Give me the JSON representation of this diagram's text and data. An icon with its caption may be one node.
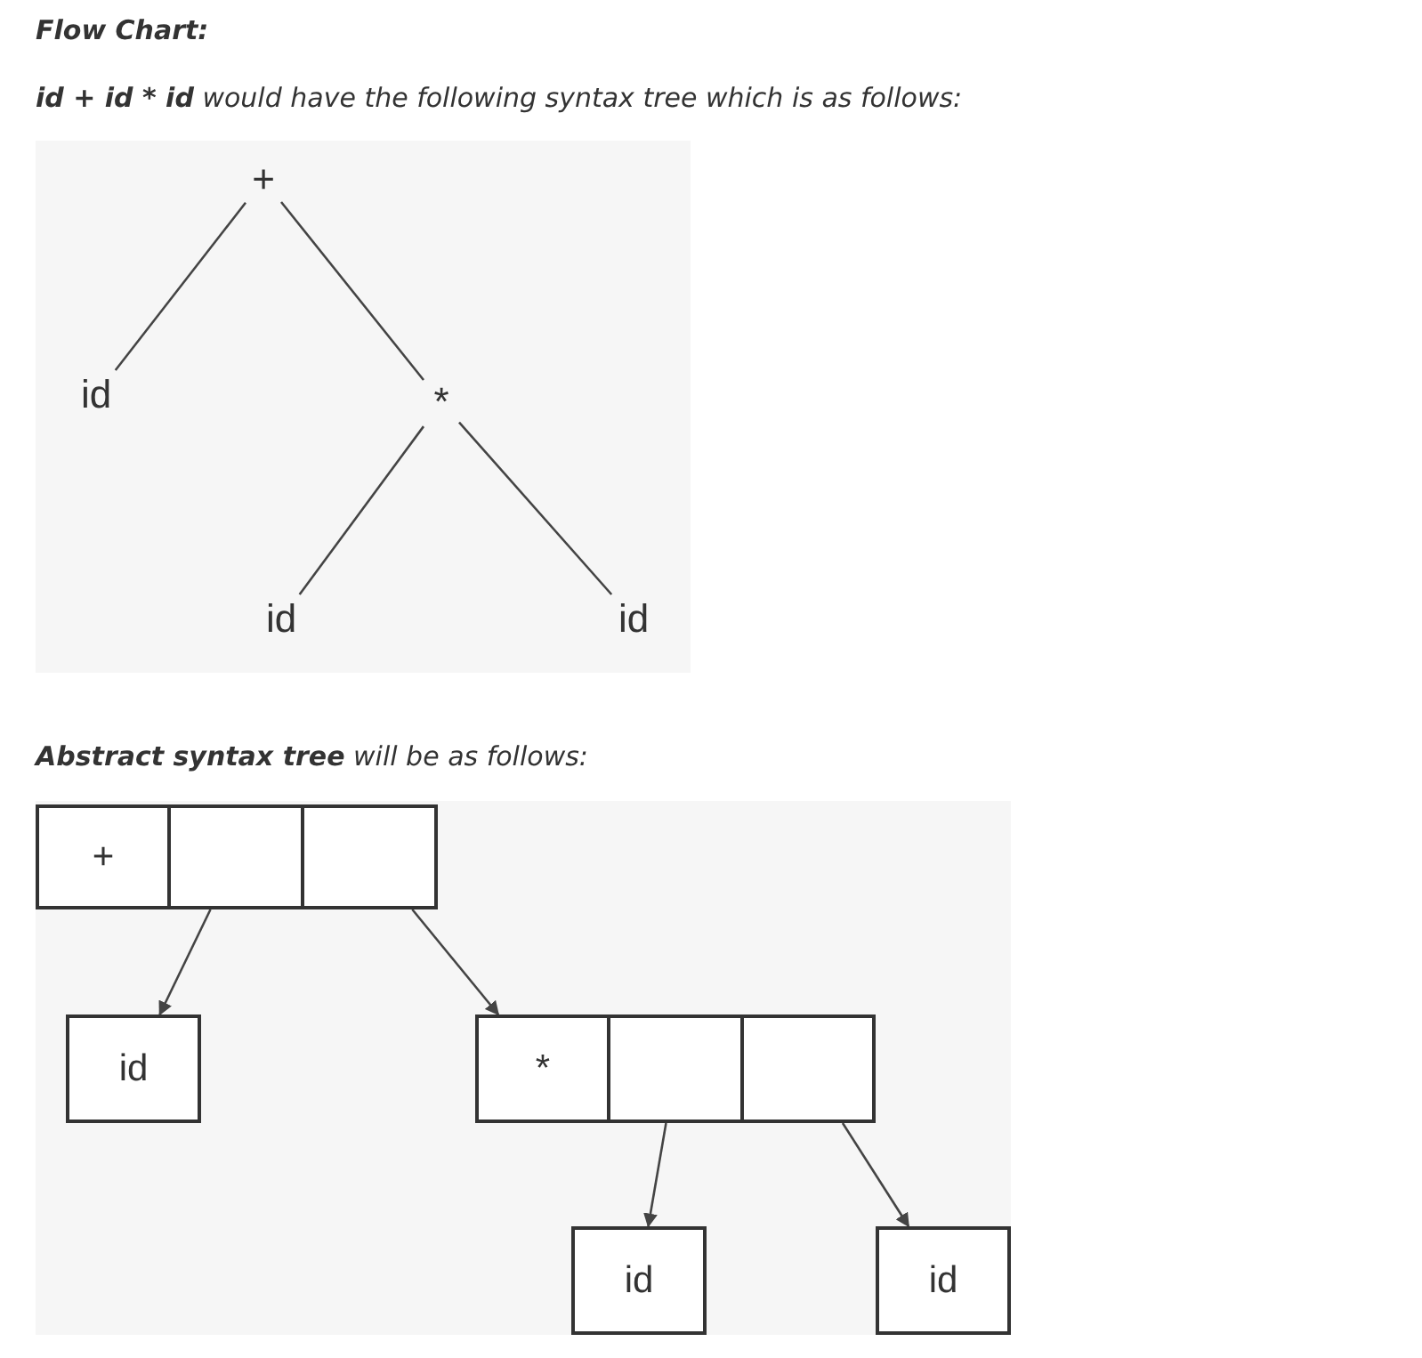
{
  "diagram": {
    "nodes": [
      {
        "text": [
          "+"
        ]
      },
      {
        "text": [
          "id"
        ]
      },
      {
        "text": [
          "*"
        ]
      },
      {
        "text": [
          "id"
        ]
      },
      {
        "text": [
          "id"
        ]
      },
      {
        "text": [
          "+"
        ]
      },
      {
        "text": [],
        "shape": "box"
      },
      {
        "text": [],
        "shape": "box"
      },
      {
        "text": [
          "id"
        ]
      },
      {
        "text": [
          "*"
        ]
      },
      {
        "text": [],
        "shape": "box"
      },
      {
        "text": [],
        "shape": "box"
      },
      {
        "text": [
          "id"
        ]
      },
      {
        "text": [
          "id"
        ]
      }
    ],
    "edges": [
      {
        "from": 0,
        "to": 1,
        "arrow": "none"
      },
      {
        "from": 0,
        "to": 2,
        "arrow": "none"
      },
      {
        "from": 2,
        "to": 3,
        "arrow": "none"
      },
      {
        "from": 2,
        "to": 4,
        "arrow": "none"
      },
      {
        "from": 6,
        "to": 8,
        "arrow": "to"
      },
      {
        "from": 7,
        "to": 9,
        "arrow": "to"
      },
      {
        "from": 10,
        "to": 12,
        "arrow": "to"
      },
      {
        "from": 11,
        "to": 13,
        "arrow": "to"
      }
    ],
    "labels": [
      "Flow Chart:",
      "**id + id * id** would have the following syntax tree which is as follows:",
      "**Abstract syntax tree** will be as follows:"
    ]
  }
}
